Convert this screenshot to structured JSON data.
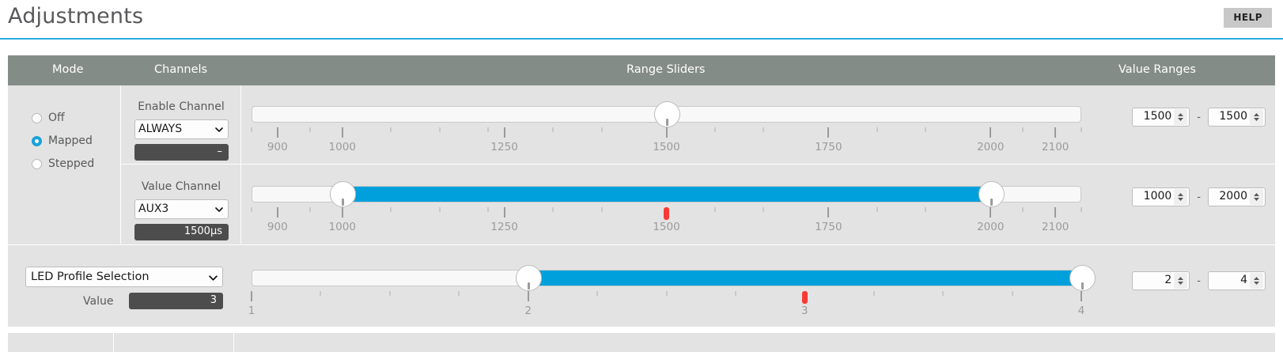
{
  "header": {
    "title": "Adjustments",
    "help_label": "HELP"
  },
  "columns": {
    "mode": "Mode",
    "channels": "Channels",
    "range_sliders": "Range Sliders",
    "value_ranges": "Value Ranges"
  },
  "mode": {
    "options": [
      {
        "label": "Off",
        "selected": false
      },
      {
        "label": "Mapped",
        "selected": true
      },
      {
        "label": "Stepped",
        "selected": false
      }
    ]
  },
  "channels": {
    "enable": {
      "title": "Enable Channel",
      "selected": "ALWAYS",
      "value": "–"
    },
    "value_channel": {
      "title": "Value Channel",
      "selected": "AUX3",
      "value": "1500µs"
    }
  },
  "profile": {
    "selected": "LED Profile Selection",
    "value_label": "Value",
    "value": "3"
  },
  "sliders": [
    {
      "name": "enable-channel-slider",
      "min": 860,
      "max": 2140,
      "low": 1500,
      "high": 1500,
      "marker": null,
      "range_low": "1500",
      "range_high": "1500",
      "ticks": [
        {
          "value": 900,
          "label": "900",
          "major": true
        },
        {
          "value": 1000,
          "label": "1000",
          "major": true
        },
        {
          "value": 1250,
          "label": "1250",
          "major": true
        },
        {
          "value": 1500,
          "label": "1500",
          "major": true
        },
        {
          "value": 1750,
          "label": "1750",
          "major": true
        },
        {
          "value": 2000,
          "label": "2000",
          "major": true
        },
        {
          "value": 2100,
          "label": "2100",
          "major": true
        }
      ],
      "minor_ticks": [
        860,
        950,
        1075,
        1150,
        1225,
        1325,
        1400,
        1575,
        1650,
        1825,
        1900,
        2050,
        2140
      ]
    },
    {
      "name": "value-channel-slider",
      "min": 860,
      "max": 2140,
      "low": 1000,
      "high": 2000,
      "marker": 1500,
      "range_low": "1000",
      "range_high": "2000",
      "ticks": [
        {
          "value": 900,
          "label": "900",
          "major": true
        },
        {
          "value": 1000,
          "label": "1000",
          "major": true
        },
        {
          "value": 1250,
          "label": "1250",
          "major": true
        },
        {
          "value": 1500,
          "label": "1500",
          "major": true
        },
        {
          "value": 1750,
          "label": "1750",
          "major": true
        },
        {
          "value": 2000,
          "label": "2000",
          "major": true
        },
        {
          "value": 2100,
          "label": "2100",
          "major": true
        }
      ],
      "minor_ticks": [
        860,
        950,
        1075,
        1150,
        1225,
        1325,
        1400,
        1575,
        1650,
        1825,
        1900,
        2050,
        2140
      ]
    },
    {
      "name": "led-profile-slider",
      "min": 1,
      "max": 4,
      "low": 2,
      "high": 4,
      "marker": 3,
      "range_low": "2",
      "range_high": "4",
      "ticks": [
        {
          "value": 1,
          "label": "1",
          "major": true
        },
        {
          "value": 2,
          "label": "2",
          "major": true
        },
        {
          "value": 3,
          "label": "3",
          "major": true
        },
        {
          "value": 4,
          "label": "4",
          "major": true
        }
      ],
      "minor_ticks": [
        1.25,
        1.5,
        1.75,
        2.25,
        2.5,
        2.75,
        3.25,
        3.5,
        3.75
      ]
    }
  ],
  "colors": {
    "accent": "#29abe2",
    "fill": "#00a0dc",
    "header_bar": "#848c87",
    "panel": "#e3e3e3",
    "marker": "#f93a34",
    "dark_box": "#4d4d4d"
  }
}
